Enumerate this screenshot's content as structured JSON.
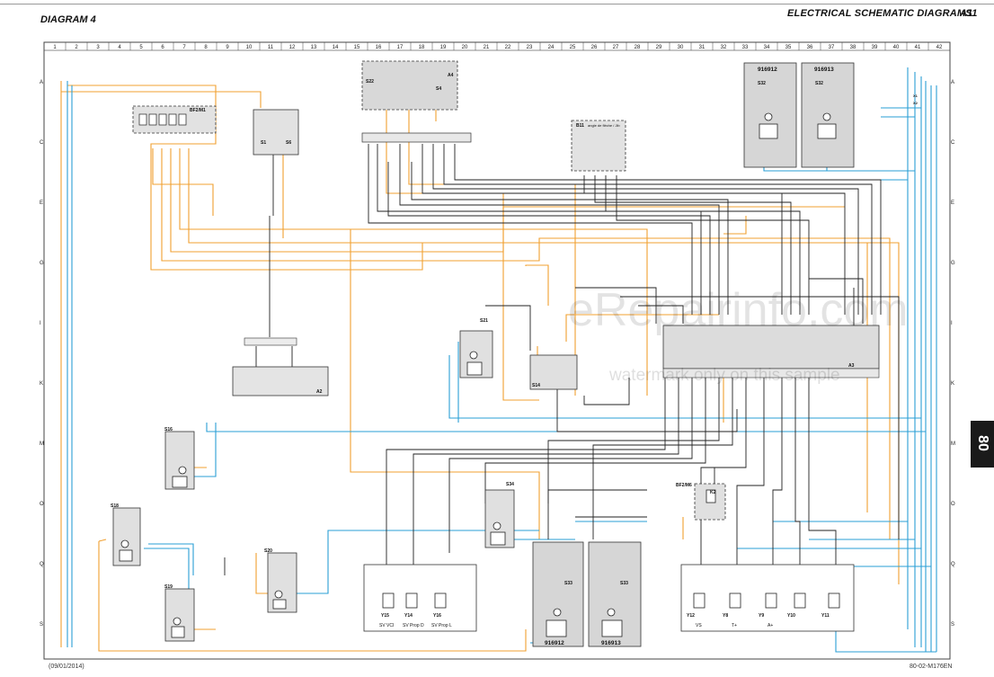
{
  "header": {
    "diagram_title": "DIAGRAM 4",
    "section_title": "ELECTRICAL SCHEMATIC DIAGRAMS",
    "section_code": "A11"
  },
  "side_tab": "80",
  "footer": {
    "date": "(09/01/2014)",
    "doc_ref": "80-02-M176EN"
  },
  "watermark": {
    "main": "eRepairinfo.com",
    "sub": "watermark only on this sample"
  },
  "grid": {
    "columns": [
      "1",
      "2",
      "3",
      "4",
      "5",
      "6",
      "7",
      "8",
      "9",
      "10",
      "11",
      "12",
      "13",
      "14",
      "15",
      "16",
      "17",
      "18",
      "19",
      "20",
      "21",
      "22",
      "23",
      "24",
      "25",
      "26",
      "27",
      "28",
      "29",
      "30",
      "31",
      "32",
      "33",
      "34",
      "35",
      "36",
      "37",
      "38",
      "39",
      "40",
      "41",
      "42"
    ],
    "rows": [
      "A",
      "C",
      "E",
      "G",
      "I",
      "K",
      "M",
      "O",
      "Q",
      "S"
    ]
  },
  "components": {
    "bf2m1": "BF2/M1",
    "s1": "S1",
    "s6": "S6",
    "a4": "A4",
    "s22": "S22",
    "s4": "S4",
    "b11": "B11",
    "b11_desc": "angle de flèche / Jib",
    "a2": "A2",
    "a3": "A3",
    "s21": "S21",
    "s16": "S16",
    "s18": "S18",
    "s19": "S19",
    "s20": "S20",
    "s34": "S34",
    "s33a": "S33",
    "s33b": "S33",
    "s32a": "S32",
    "s32b": "S32",
    "k2": "K2",
    "bf2m6": "BF2/M6",
    "x1": "X1",
    "x2": "X2"
  },
  "boxes": {
    "top_left_code": "916912",
    "top_right_code": "916913",
    "bottom_left_code": "916912",
    "bottom_right_code": "916913"
  },
  "valves": [
    {
      "id": "Y15",
      "label": "SV VCI"
    },
    {
      "id": "Y14",
      "label": "SV Prop D"
    },
    {
      "id": "Y16",
      "label": "SV Prop L"
    }
  ],
  "valves_right": [
    {
      "id": "Y12",
      "label": "VS"
    },
    {
      "id": "Y8",
      "label": "T+"
    },
    {
      "id": "Y9",
      "label": "A+"
    },
    {
      "id": "Y10",
      "label": ""
    },
    {
      "id": "Y11",
      "label": ""
    }
  ],
  "colors": {
    "orange": "#f0a030",
    "blue": "#2a9fd6",
    "black": "#222222",
    "gray": "#d8d8d8",
    "frame": "#444444"
  }
}
